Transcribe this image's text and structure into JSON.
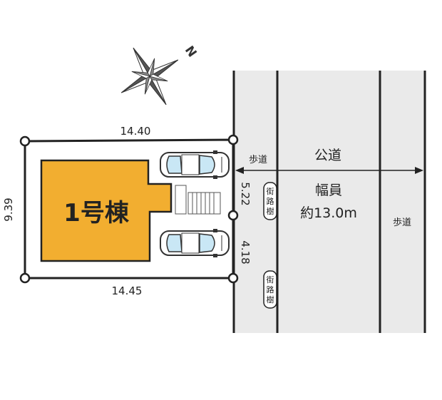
{
  "compass": {
    "north_label": "N"
  },
  "lot": {
    "top_length": "14.40",
    "bottom_length": "14.45",
    "left_length": "9.39",
    "right_upper_length": "5.22",
    "right_lower_length": "4.18"
  },
  "building": {
    "label": "1号棟",
    "fill": "#f2ae30"
  },
  "road": {
    "name": "公道",
    "width_label": "幅員",
    "width_value": "約13.0m",
    "sidewalk_left": "歩道",
    "sidewalk_right": "歩道",
    "street_tree_1": [
      "街",
      "路",
      "樹"
    ],
    "street_tree_2": [
      "街",
      "路",
      "樹"
    ],
    "fill": "#eaeaea"
  }
}
